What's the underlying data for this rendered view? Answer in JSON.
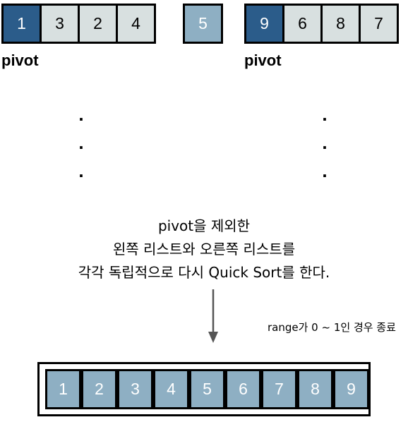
{
  "left_partition": {
    "pivot_value": "1",
    "values": [
      "3",
      "2",
      "4"
    ],
    "label": "pivot"
  },
  "middle": {
    "value": "5"
  },
  "right_partition": {
    "pivot_value": "9",
    "values": [
      "6",
      "8",
      "7"
    ],
    "label": "pivot"
  },
  "dots": ".",
  "description": {
    "line1": "pivot을 제외한",
    "line2": "왼쪽 리스트와 오른쪽 리스트를",
    "line3": "각각 독립적으로 다시 Quick Sort를 한다."
  },
  "note": "range가 0 ~ 1인 경우 종료",
  "sorted": [
    "1",
    "2",
    "3",
    "4",
    "5",
    "6",
    "7",
    "8",
    "9"
  ],
  "colors": {
    "pivot": "#2b5c8a",
    "plain": "#d8e0e0",
    "highlight": "#8eafc3",
    "border": "#000000",
    "arrow": "#555555"
  }
}
